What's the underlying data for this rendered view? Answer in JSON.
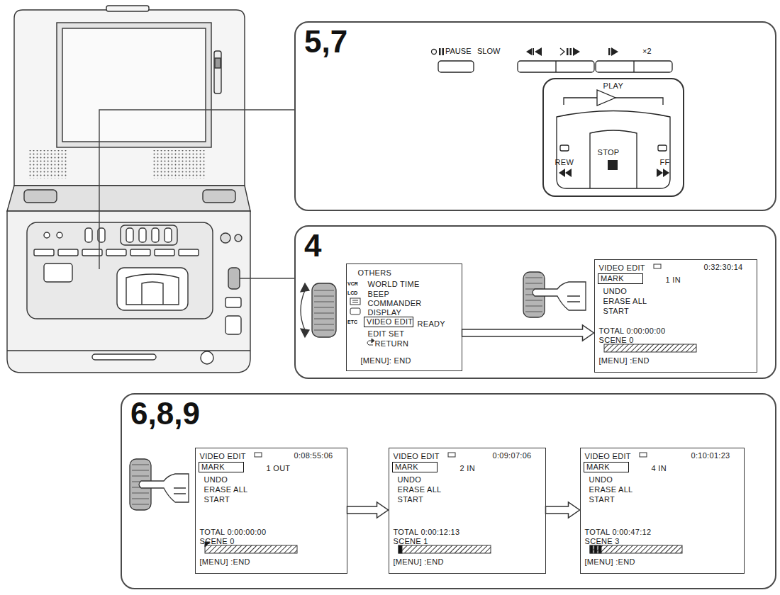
{
  "diagram": {
    "nodes": [
      {
        "text": [
          "5,7"
        ]
      },
      {
        "text": [
          "PLAY",
          "REW",
          "STOP",
          "FF"
        ],
        "in": 0
      },
      {
        "text": [
          "4"
        ]
      },
      {
        "text": [
          "OTHERS",
          "WORLD TIME",
          "BEEP",
          "COMMANDER",
          "DISPLAY",
          "READY",
          "EDIT SET",
          "RETURN",
          "[MENU]: END"
        ],
        "in": 2
      },
      {
        "text": [
          "VIDEO EDIT"
        ],
        "in": 3
      },
      {
        "text": [
          "VIDEO EDIT",
          "0:32:30:14",
          "1 IN",
          "UNDO",
          "ERASE ALL",
          "START",
          "TOTAL 0:00:00:00",
          "SCENE 0",
          "[MENU] :END"
        ],
        "in": 2
      },
      {
        "text": [
          "MARK"
        ],
        "in": 5
      },
      {
        "text": [
          "6,8,9"
        ]
      },
      {
        "text": [
          "VIDEO EDIT",
          "0:08:55:06",
          "1 OUT",
          "UNDO",
          "ERASE ALL",
          "START",
          "TOTAL 0:00:00:00",
          "SCENE 0",
          "[MENU] :END"
        ],
        "in": 7
      },
      {
        "text": [
          "MARK"
        ],
        "in": 8
      },
      {
        "text": [
          "VIDEO EDIT",
          "0:09:07:06",
          "2 IN",
          "UNDO",
          "ERASE ALL",
          "START",
          "TOTAL 0:00:12:13",
          "SCENE 1",
          "[MENU] :END"
        ],
        "in": 7
      },
      {
        "text": [
          "MARK"
        ],
        "in": 10
      },
      {
        "text": [
          "VIDEO EDIT",
          "0:10:01:23",
          "4 IN",
          "UNDO",
          "ERASE ALL",
          "START",
          "TOTAL 0:00:47:12",
          "SCENE 3",
          "[MENU] :END"
        ],
        "in": 7
      },
      {
        "text": [
          "MARK"
        ],
        "in": 12
      }
    ],
    "edges": [
      {
        "from": 3,
        "to": 5,
        "arrow": "to"
      },
      {
        "from": 8,
        "to": 10,
        "arrow": "to"
      },
      {
        "from": 10,
        "to": 12,
        "arrow": "to"
      }
    ],
    "labels": [
      "PAUSE",
      "SLOW",
      "×2",
      "VCR",
      "LCD",
      "ETC"
    ]
  }
}
